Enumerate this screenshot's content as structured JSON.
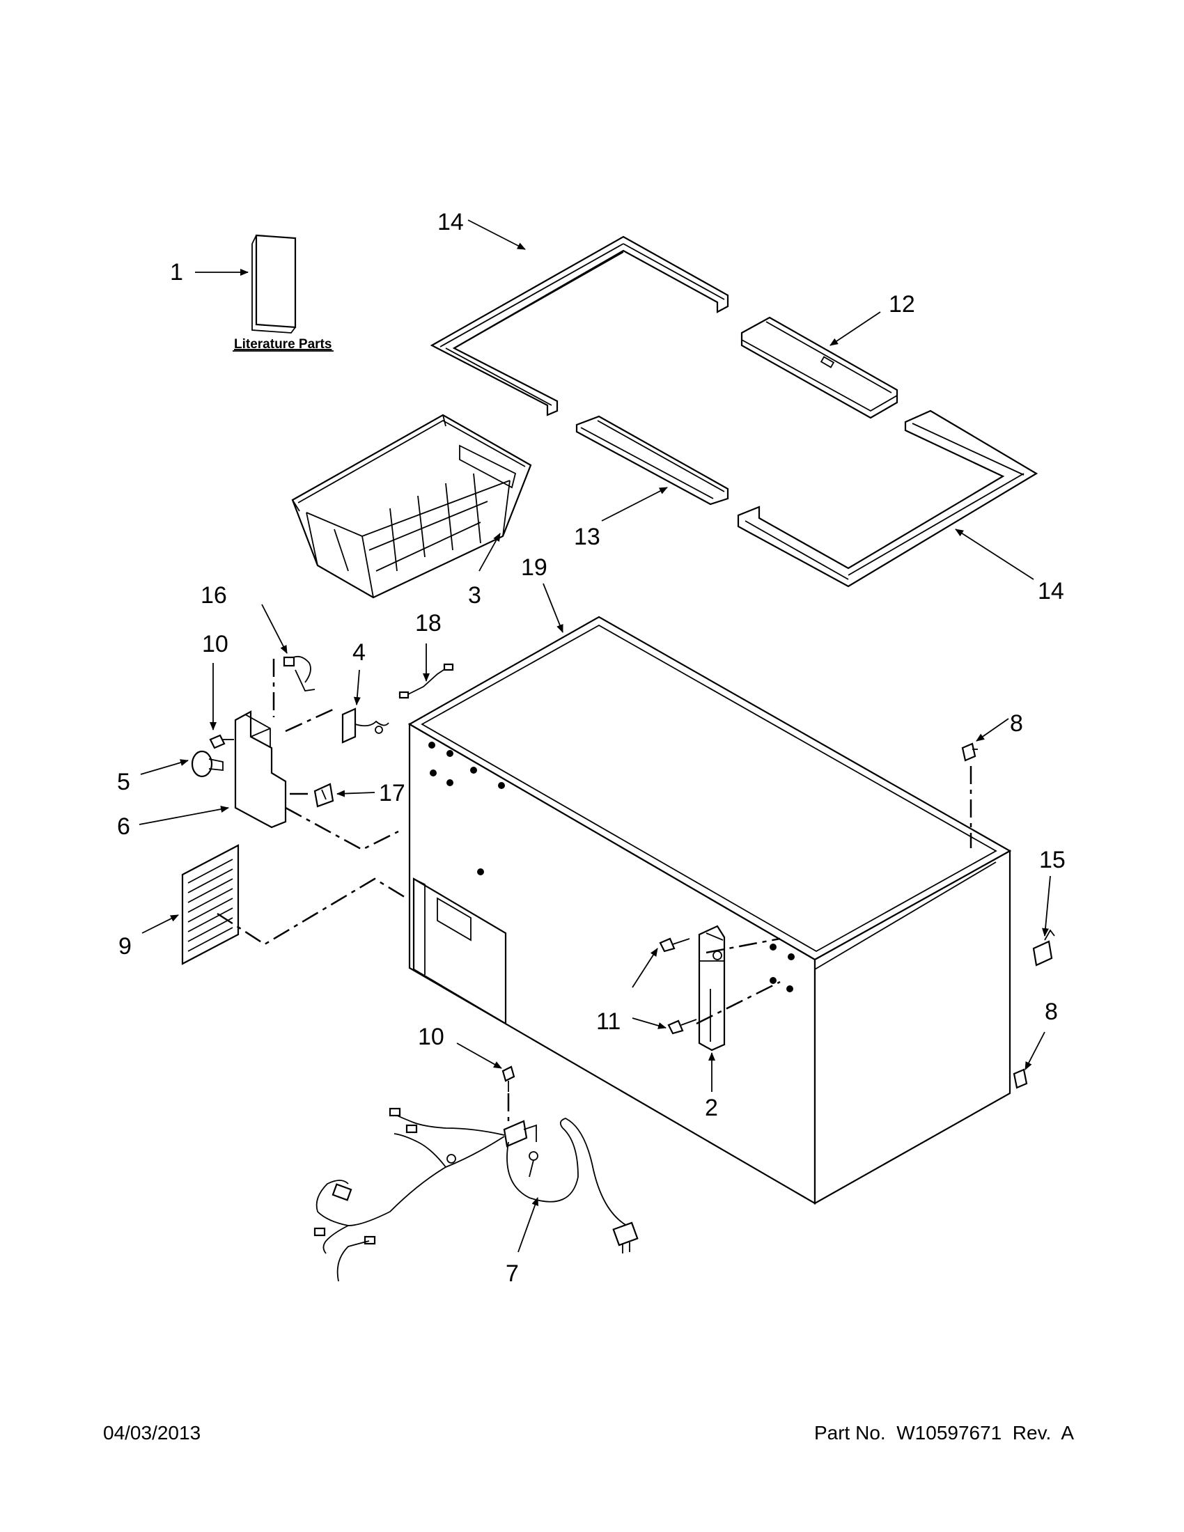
{
  "diagram": {
    "literature_label": "Literature Parts",
    "callouts": {
      "c1": "1",
      "c2": "2",
      "c3": "3",
      "c4": "4",
      "c5": "5",
      "c6": "6",
      "c7": "7",
      "c8a": "8",
      "c8b": "8",
      "c9": "9",
      "c10a": "10",
      "c10b": "10",
      "c11": "11",
      "c12": "12",
      "c13": "13",
      "c14a": "14",
      "c14b": "14",
      "c15": "15",
      "c16": "16",
      "c17": "17",
      "c18": "18",
      "c19": "19"
    }
  },
  "footer": {
    "date": "04/03/2013",
    "part_number": "Part No.  W10597671  Rev.  A"
  },
  "colors": {
    "ink": "#000000",
    "paper": "#ffffff"
  }
}
